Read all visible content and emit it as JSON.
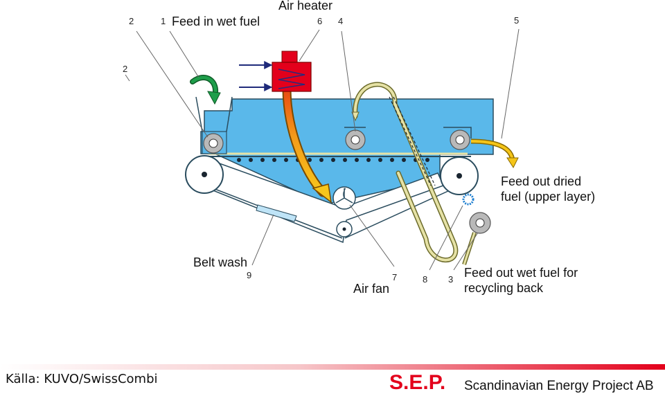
{
  "labels": {
    "feed_in": "Feed in wet fuel",
    "air_heater": "Air heater",
    "feed_out_dried_1": "Feed out dried",
    "feed_out_dried_2": "fuel (upper layer)",
    "belt_wash": "Belt wash",
    "air_fan": "Air fan",
    "feed_out_wet_1": "Feed out wet fuel for",
    "feed_out_wet_2": "recycling back"
  },
  "numbers": {
    "n1": "1",
    "n2": "2",
    "n2b": "2",
    "n3": "3",
    "n4": "4",
    "n5": "5",
    "n6": "6",
    "n7": "7",
    "n8": "8",
    "n9": "9"
  },
  "footer": {
    "source": "Källa: KUVO/SwissCombi",
    "logo": "S.E.P.",
    "company": "Scandinavian Energy Project AB"
  },
  "colors": {
    "dryer_blue": "#5ab8ea",
    "heater_red": "#e3001b",
    "arrow_green": "#1e9e4a",
    "belt_cream": "#e6e2a6",
    "logo_red": "#e3001b"
  }
}
